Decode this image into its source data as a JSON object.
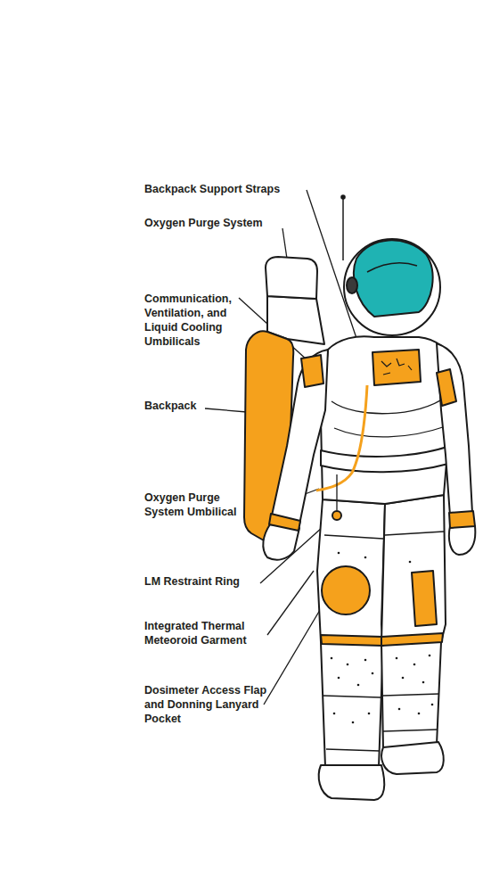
{
  "diagram": {
    "labels": [
      "Backpack Support Straps",
      "Oxygen Purge System",
      "Communication, Ventilation, and Liquid Cooling Umbilicals",
      "Backpack",
      "Oxygen Purge System Umbilical",
      "LM Restraint Ring",
      "Integrated Thermal Meteoroid Garment",
      "Dosimeter Access Flap and Donning Lanyard Pocket"
    ]
  }
}
